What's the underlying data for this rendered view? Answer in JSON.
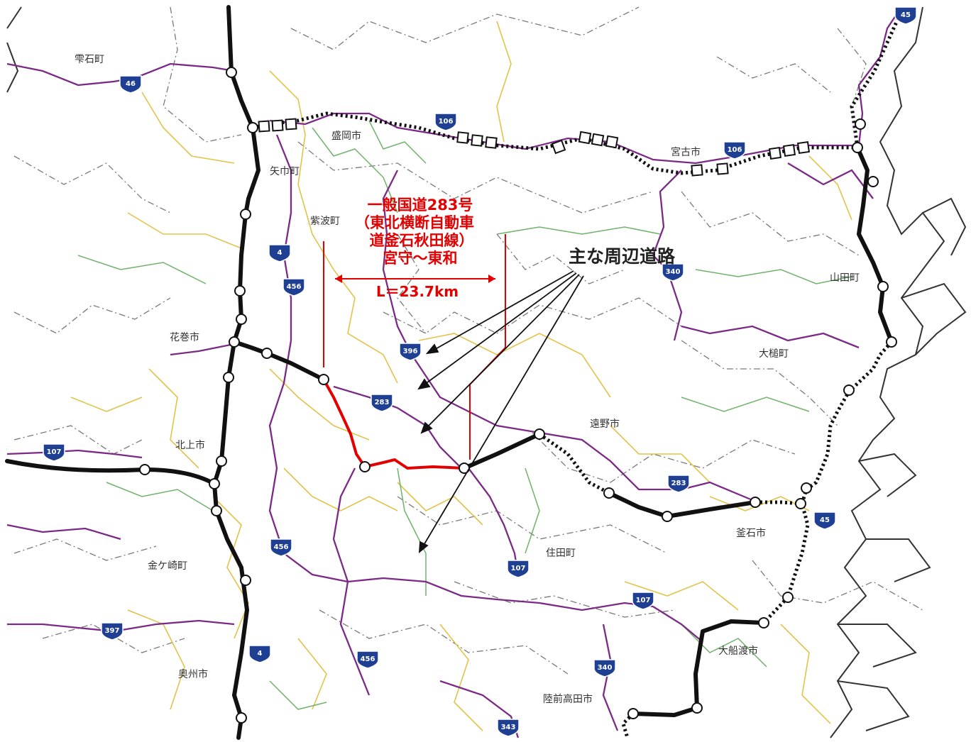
{
  "colors": {
    "national_road": "#7b2a86",
    "prefectural_road": "#e2c34a",
    "green_road": "#6fb26b",
    "boundary": "#7a7a7a",
    "expressway": "#111111",
    "highlight": "#e30000",
    "shield": "#1f3f92",
    "coast": "#333333"
  },
  "project": {
    "title_lines": [
      "一般国道283号",
      "（東北横断自動車",
      "道釜石秋田線）",
      "宮守～東和"
    ],
    "distance": "L＝23.7km"
  },
  "legend": {
    "label": "主な周辺道路"
  },
  "places": [
    {
      "id": "shizukuishi",
      "name": "雫石町"
    },
    {
      "id": "morioka",
      "name": "盛岡市"
    },
    {
      "id": "miyako",
      "name": "宮古市"
    },
    {
      "id": "yahaba",
      "name": "矢巾町"
    },
    {
      "id": "shiwa",
      "name": "紫波町"
    },
    {
      "id": "yamada",
      "name": "山田町"
    },
    {
      "id": "hanamaki",
      "name": "花巻市"
    },
    {
      "id": "otsuchi",
      "name": "大槌町"
    },
    {
      "id": "tono",
      "name": "遠野市"
    },
    {
      "id": "kitakami",
      "name": "北上市"
    },
    {
      "id": "kamaishi",
      "name": "釜石市"
    },
    {
      "id": "sumita",
      "name": "住田町"
    },
    {
      "id": "kanegasaki",
      "name": "金ケ崎町"
    },
    {
      "id": "ofunato",
      "name": "大船渡市"
    },
    {
      "id": "oshu",
      "name": "奥州市"
    },
    {
      "id": "rikuzentakata",
      "name": "陸前高田市"
    }
  ],
  "shields": [
    {
      "id": "r45a",
      "num": "45"
    },
    {
      "id": "r46",
      "num": "46"
    },
    {
      "id": "r106a",
      "num": "106"
    },
    {
      "id": "r106b",
      "num": "106"
    },
    {
      "id": "r4a",
      "num": "4"
    },
    {
      "id": "r340a",
      "num": "340"
    },
    {
      "id": "r456a",
      "num": "456"
    },
    {
      "id": "r396",
      "num": "396"
    },
    {
      "id": "r283a",
      "num": "283"
    },
    {
      "id": "r107a",
      "num": "107"
    },
    {
      "id": "r283b",
      "num": "283"
    },
    {
      "id": "r45b",
      "num": "45"
    },
    {
      "id": "r456b",
      "num": "456"
    },
    {
      "id": "r107b",
      "num": "107"
    },
    {
      "id": "r107c",
      "num": "107"
    },
    {
      "id": "r397",
      "num": "397"
    },
    {
      "id": "r4b",
      "num": "4"
    },
    {
      "id": "r456c",
      "num": "456"
    },
    {
      "id": "r340b",
      "num": "340"
    },
    {
      "id": "r343",
      "num": "343"
    }
  ]
}
